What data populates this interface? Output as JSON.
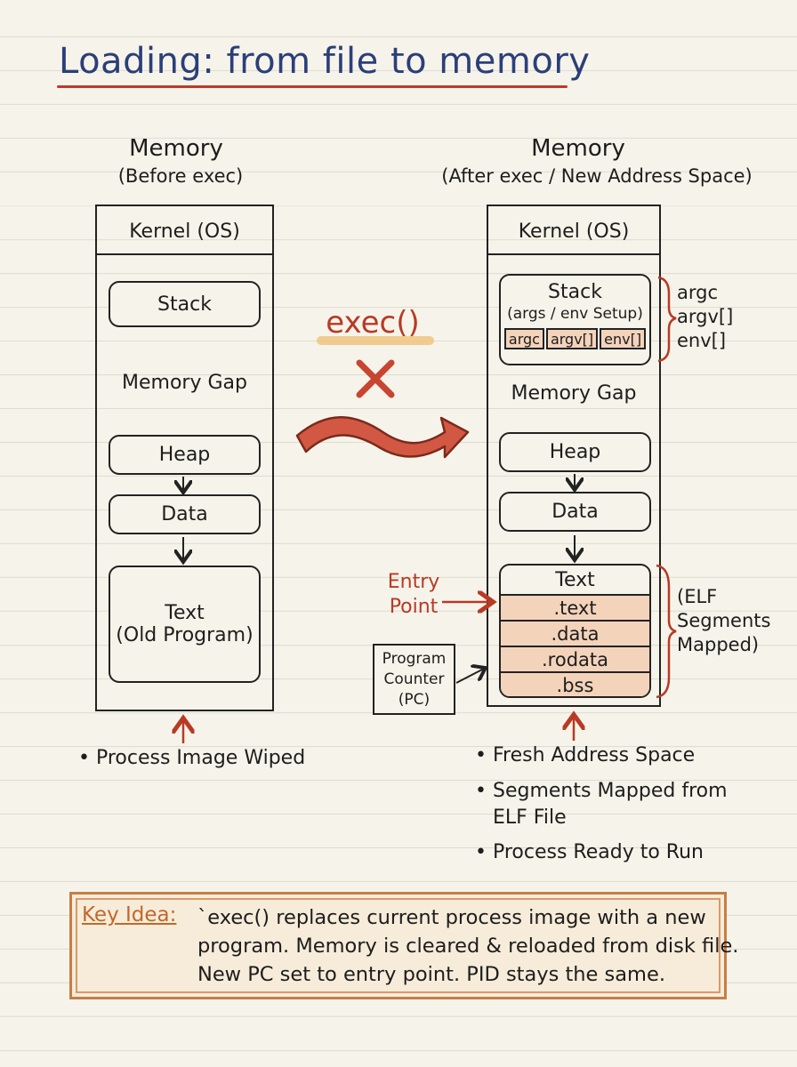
{
  "title": "Loading: from file to memory",
  "left": {
    "heading": "Memory",
    "subheading": "(Before exec)",
    "kernel": "Kernel (OS)",
    "stack": "Stack",
    "gap": "Memory Gap",
    "heap": "Heap",
    "data": "Data",
    "text_line1": "Text",
    "text_line2": "(Old Program)",
    "bullets": [
      "Process Image Wiped"
    ]
  },
  "center": {
    "exec_label": "exec()"
  },
  "right": {
    "heading": "Memory",
    "subheading": "(After exec / New Address Space)",
    "kernel": "Kernel (OS)",
    "stack_title": "Stack",
    "stack_sub": "(args / env Setup)",
    "stack_chips": [
      "argc",
      "argv[]",
      "env[]"
    ],
    "stack_brace_labels": [
      "argc",
      "argv[]",
      "env[]"
    ],
    "gap": "Memory Gap",
    "heap": "Heap",
    "data": "Data",
    "text_title": "Text",
    "segments": [
      ".text",
      ".data",
      ".rodata",
      ".bss"
    ],
    "elf_brace_labels": [
      "(ELF",
      "Segments",
      "Mapped)"
    ],
    "entry_point": [
      "Entry",
      "Point"
    ],
    "pc_box": [
      "Program",
      "Counter",
      "(PC)"
    ],
    "bullets": [
      "Fresh Address Space",
      "Segments Mapped from",
      "ELF File",
      "Process Ready to Run"
    ]
  },
  "key_idea": {
    "label": "Key Idea:",
    "lines": [
      "`exec() replaces current process image with a new",
      "program. Memory is cleared & reloaded from disk file.",
      "New PC set to entry point. PID stays the same."
    ]
  },
  "colors": {
    "accent_red": "#b83a26",
    "title_blue": "#2b3f79",
    "segment_fill": "#f4d3bb",
    "key_border": "#c77d45"
  }
}
